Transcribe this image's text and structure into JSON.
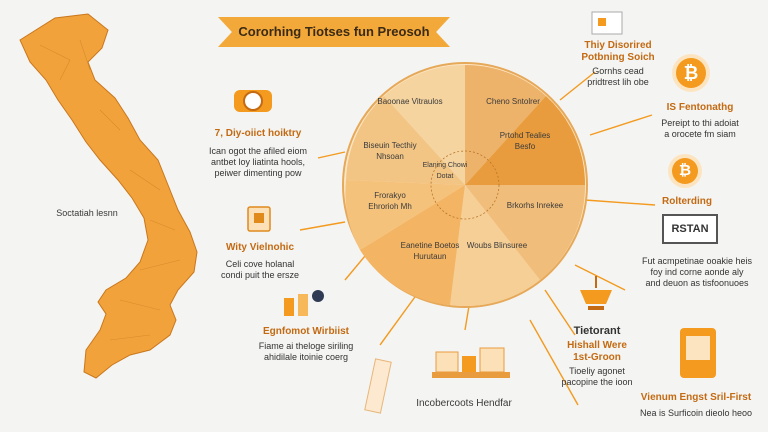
{
  "title": "Cororhing Tiotses fun Preosoh",
  "map": {
    "label": "Soctatiah lesnn"
  },
  "left_blocks": [
    {
      "title": "7, Diy-oiict hoiktry",
      "body": [
        "Ican ogot the afiled eiom",
        "antbet loy liatinta hools,",
        "peiwer dimenting pow"
      ]
    },
    {
      "title": "Wity Vielnohic",
      "body": [
        "Celi cove holanal",
        "condi puit the ersze"
      ]
    },
    {
      "title": "Egnfomot Wirbiist",
      "body": [
        "Fiame ai theloge siriling",
        "ahidilale itoinie coerg"
      ]
    }
  ],
  "bottom_center": {
    "label": "Incobercoots Hendfar"
  },
  "right_blocks": [
    {
      "title": "Thiy Disorired",
      "subtitle": "Potbning Soich",
      "body": [
        "Gornhs cead",
        "pridtrest lih obe"
      ]
    },
    {
      "title": "IS Fentonathg",
      "body": [
        "Pereipt to thi adoiat",
        "a orocete fm siam"
      ]
    },
    {
      "title": "Rolterding",
      "box": "RSTAN",
      "body": [
        "Fut acmpetinae ooakie heis",
        "foy ind corne aonde aly",
        "and deuon as tisfoonuoes"
      ]
    },
    {
      "title": "Tietorant",
      "subtitle": "Hishall Were",
      "subtitle2": "1st-Groon",
      "body": [
        "Tioeliy agonet",
        "pacopine the ioon"
      ]
    },
    {
      "title": "Vienum Engst Sril-First",
      "body": [
        "Nea is Surficoin dieolo heoo"
      ]
    }
  ],
  "pie": {
    "segments": [
      "Baoonae Vitraulos",
      "Biseuin Tecthiy Nhsoan",
      "Cheno Sntolrer",
      "Prtohd Tealies Besfo",
      "Brkorhs Inrekee",
      "Woubs Blinsuree",
      "Eanetine Boetos Hurutaun",
      "Frorakyo Ehrorioh Mh"
    ],
    "inner_ring": "Elaning Chowi Dotat"
  },
  "icons": {
    "bitcoin_glyph": "₿",
    "colors": {
      "accent": "#f39a1f",
      "map": "#f2a23a",
      "pie_dark": "#e8a147",
      "pie_light": "#f6cf97"
    }
  }
}
